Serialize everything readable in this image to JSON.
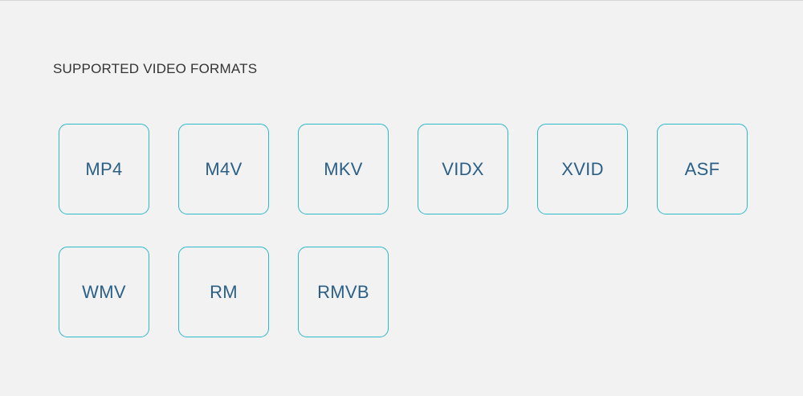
{
  "section": {
    "title": "SUPPORTED VIDEO FORMATS"
  },
  "formats": [
    "MP4",
    "M4V",
    "MKV",
    "VIDX",
    "XVID",
    "ASF",
    "WMV",
    "RM",
    "RMVB"
  ],
  "colors": {
    "background": "#f2f2f2",
    "tile_border": "#2bb8c8",
    "tile_text": "#2b5f86",
    "title_text": "#333333"
  }
}
